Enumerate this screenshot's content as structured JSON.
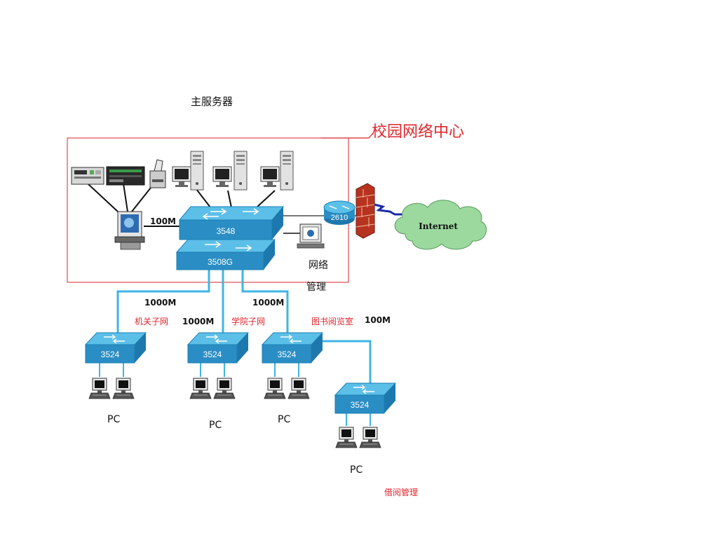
{
  "labels": {
    "main_server": "主服务器",
    "campus_center": "校园网络中心",
    "bw_100m_top": "100M",
    "core_switch": "3548",
    "gigabit_switch": "3508G",
    "router": "2610",
    "internet": "Internet",
    "netmgmt_line1": "网络",
    "netmgmt_line2": "管理",
    "bw_1000m_left": "1000M",
    "bw_1000m_mid": "1000M",
    "bw_1000m_right": "1000M",
    "bw_100m_right": "100M",
    "admin_subnet": "机关子网",
    "college_subnet": "学院子网",
    "library_room": "图书阅览室",
    "access_switch_1": "3524",
    "access_switch_2": "3524",
    "access_switch_3": "3524",
    "access_switch_4": "3524",
    "pc_1": "PC",
    "pc_2": "PC",
    "pc_3": "PC",
    "pc_4": "PC",
    "lending_mgmt": "借阅管理"
  },
  "colors": {
    "link": "#3fb5e5",
    "switch_top": "#5cbfe8",
    "switch_front": "#2a8ec4",
    "boundary": "#d8262c",
    "cloud": "#9bd99f",
    "firewall": "#b8331f"
  }
}
